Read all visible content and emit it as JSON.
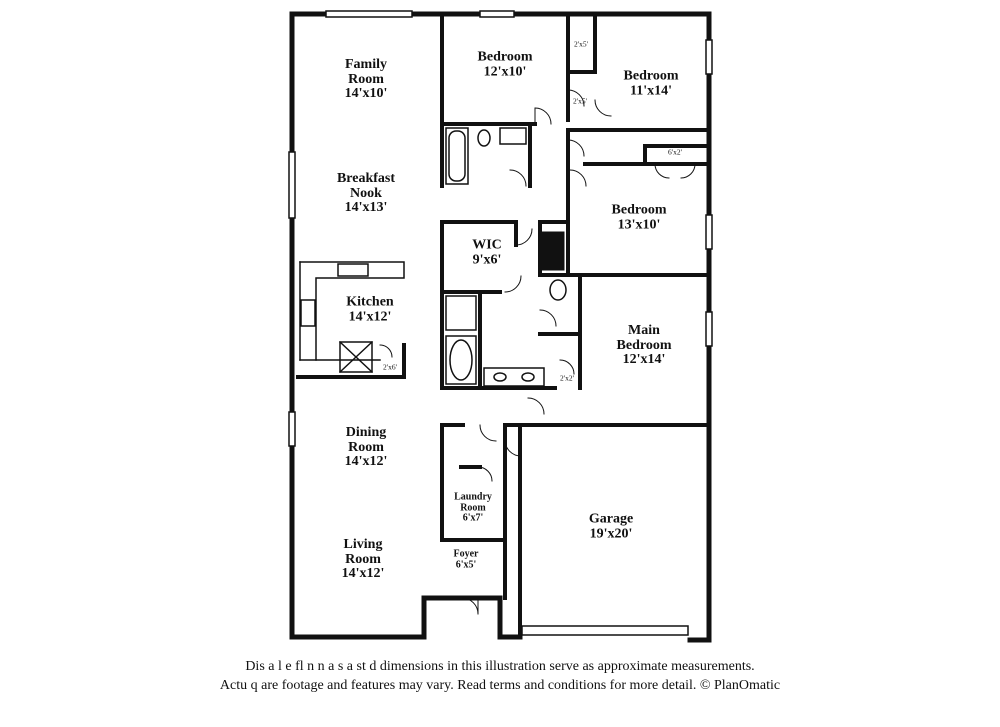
{
  "rooms": [
    {
      "key": "family-room",
      "name_lines": [
        "Family",
        "Room"
      ],
      "dims": "14'x10'"
    },
    {
      "key": "bedroom-a",
      "name_lines": [
        "Bedroom"
      ],
      "dims": "12'x10'"
    },
    {
      "key": "bedroom-b",
      "name_lines": [
        "Bedroom"
      ],
      "dims": "11'x14'"
    },
    {
      "key": "breakfast-nook",
      "name_lines": [
        "Breakfast",
        "Nook"
      ],
      "dims": "14'x13'"
    },
    {
      "key": "bedroom-c",
      "name_lines": [
        "Bedroom"
      ],
      "dims": "13'x10'"
    },
    {
      "key": "wic",
      "name_lines": [
        "WIC"
      ],
      "dims": "9'x6'"
    },
    {
      "key": "kitchen",
      "name_lines": [
        "Kitchen"
      ],
      "dims": "14'x12'"
    },
    {
      "key": "main-bedroom",
      "name_lines": [
        "Main",
        "Bedroom"
      ],
      "dims": "12'x14'"
    },
    {
      "key": "dining-room",
      "name_lines": [
        "Dining",
        "Room"
      ],
      "dims": "14'x12'"
    },
    {
      "key": "laundry-room",
      "name_lines": [
        "Laundry",
        "Room"
      ],
      "dims": "6'x7'"
    },
    {
      "key": "garage",
      "name_lines": [
        "Garage"
      ],
      "dims": "19'x20'"
    },
    {
      "key": "living-room",
      "name_lines": [
        "Living",
        "Room"
      ],
      "dims": "14'x12'"
    },
    {
      "key": "foyer",
      "name_lines": [
        "Foyer"
      ],
      "dims": "6'x5'"
    }
  ],
  "closets": [
    "2'x5'",
    "2'x5'",
    "6'x2'",
    "2'x6'",
    "2'x2'"
  ],
  "disclaimer": [
    "Dis     a    l e fl    n  n  a  s a   st   d dimensions in this illustration serve as approximate measurements.",
    "Actu    q  are footage and features may vary. Read terms and conditions for more detail. © PlanOmatic"
  ]
}
